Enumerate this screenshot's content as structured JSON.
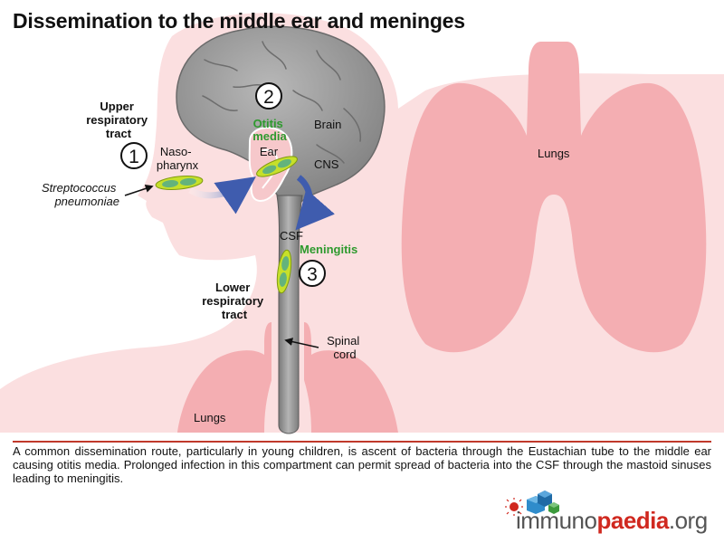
{
  "title": "Dissemination to the middle ear and meninges",
  "labels": {
    "upper_tract": [
      "Upper",
      "respiratory",
      "tract"
    ],
    "nasopharynx": [
      "Naso-",
      "pharynx"
    ],
    "bacterium": [
      "Streptococcus",
      "pneumoniae"
    ],
    "otitis": [
      "Otitis",
      "media"
    ],
    "ear": "Ear",
    "brain": "Brain",
    "cns": "CNS",
    "csf": "CSF",
    "meningitis": "Meningitis",
    "lower_tract": [
      "Lower",
      "respiratory",
      "tract"
    ],
    "spinal_cord": [
      "Spinal",
      "cord"
    ],
    "lungs_right": "Lungs",
    "lungs_bottom": "Lungs"
  },
  "steps": [
    "1",
    "2",
    "3"
  ],
  "caption": "A common dissemination route, particularly in young children, is ascent of bacteria through the Eustachian tube to the middle ear causing otitis media. Prolonged infection in this compartment can permit spread of bacteria into the CSF through the mastoid sinuses leading to meningitis.",
  "logo": {
    "part1": "immuno",
    "part2": "paedia",
    "part3": ".org"
  },
  "colors": {
    "skin": "#fbdfe0",
    "lung": "#f4aeb2",
    "brain": "#9e9e9e",
    "highlight_green": "#2e9a2e",
    "bacteria": "#c7e02a",
    "arrow_blue": "#3f5cae",
    "logo_red": "#d0281f"
  }
}
